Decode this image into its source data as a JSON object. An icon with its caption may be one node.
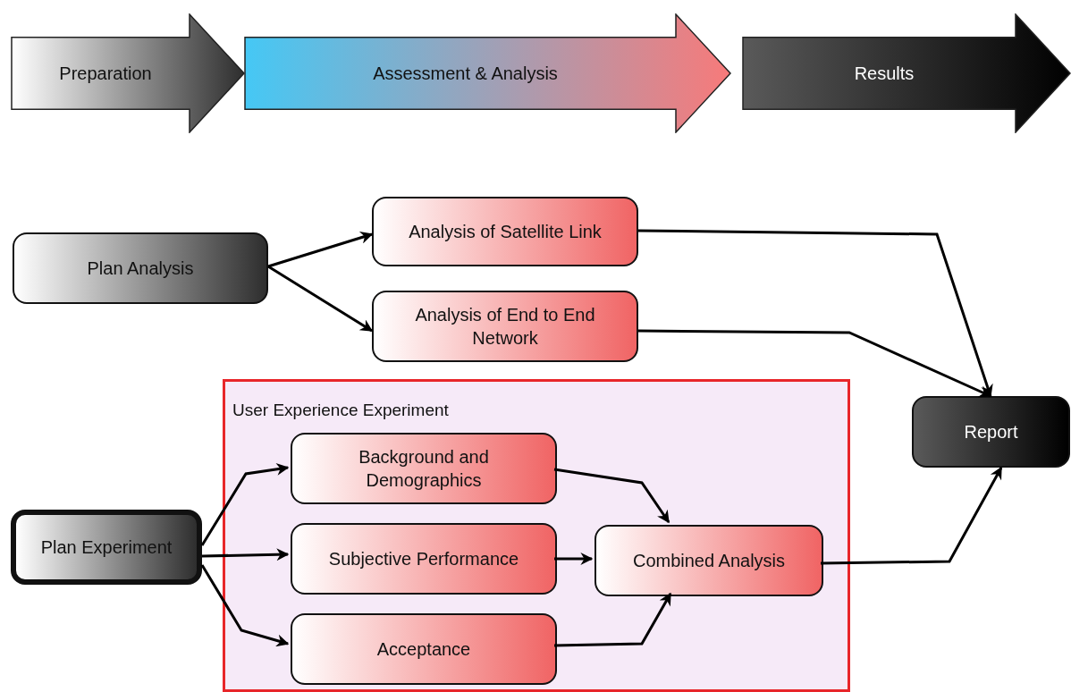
{
  "diagram": {
    "nodes": [
      {
        "text": [
          "Preparation"
        ]
      },
      {
        "text": [
          "Assessment & Analysis"
        ]
      },
      {
        "text": [
          "Results"
        ]
      },
      {
        "text": [
          "Plan Analysis"
        ]
      },
      {
        "text": [
          "Analysis of Satellite Link"
        ]
      },
      {
        "text": [
          "Analysis of End to End Network"
        ]
      },
      {
        "text": [
          "User Experience Experiment"
        ]
      },
      {
        "text": [
          "Background and Demographics"
        ],
        "in": 6
      },
      {
        "text": [
          "Subjective Performance"
        ],
        "in": 6
      },
      {
        "text": [
          "Acceptance"
        ],
        "in": 6
      },
      {
        "text": [
          "Combined Analysis"
        ],
        "in": 6
      },
      {
        "text": [
          "Plan Experiment"
        ]
      },
      {
        "text": [
          "Report"
        ]
      }
    ],
    "edges": [
      {
        "from": 3,
        "to": 4,
        "arrow": "to"
      },
      {
        "from": 3,
        "to": 5,
        "arrow": "to"
      },
      {
        "from": 4,
        "to": 12,
        "arrow": "to"
      },
      {
        "from": 5,
        "to": 12,
        "arrow": "to"
      },
      {
        "from": 11,
        "to": 7,
        "arrow": "to"
      },
      {
        "from": 11,
        "to": 8,
        "arrow": "to"
      },
      {
        "from": 11,
        "to": 9,
        "arrow": "to"
      },
      {
        "from": 7,
        "to": 10,
        "arrow": "to"
      },
      {
        "from": 8,
        "to": 10,
        "arrow": "to"
      },
      {
        "from": 9,
        "to": 10,
        "arrow": "to"
      },
      {
        "from": 10,
        "to": 12,
        "arrow": "to"
      }
    ]
  }
}
